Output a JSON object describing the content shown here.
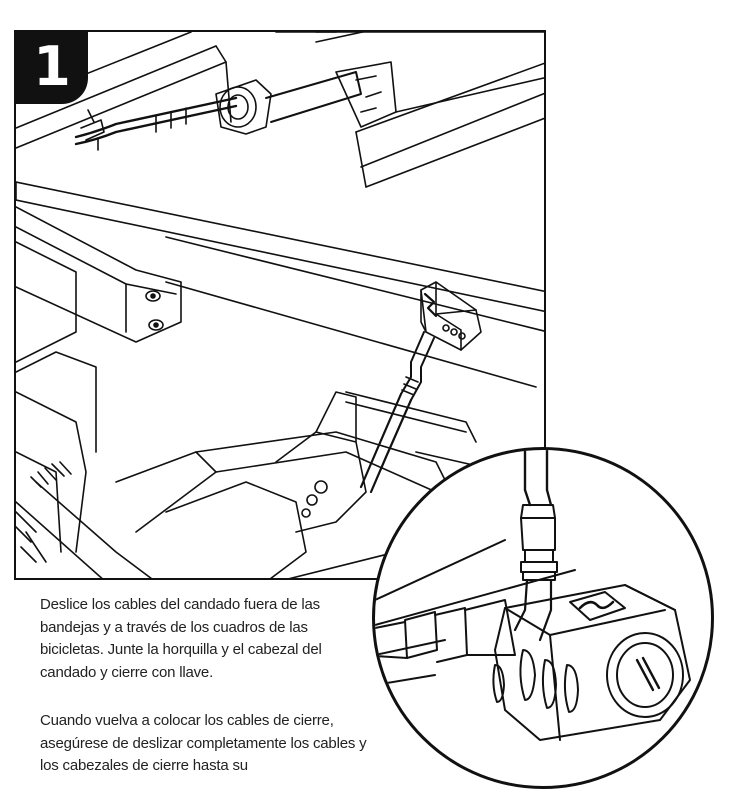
{
  "step": {
    "number": "1"
  },
  "instructions": {
    "paragraph_1": "Deslice los cables del candado fuera de las bandejas y a través de los cuadros de las bicicletas. Junte la horquilla y el cabezal del candado y cierre con llave.",
    "paragraph_2": "Cuando vuelva a colocar los cables de cierre, asegúrese de deslizar completamente los cables y los cabezales de cierre hasta su"
  },
  "colors": {
    "line": "#111111",
    "background": "#ffffff",
    "badge": "#111111"
  },
  "icons": {
    "step_badge": "step-number-badge",
    "lock_logo": "brand-logo-icon"
  }
}
